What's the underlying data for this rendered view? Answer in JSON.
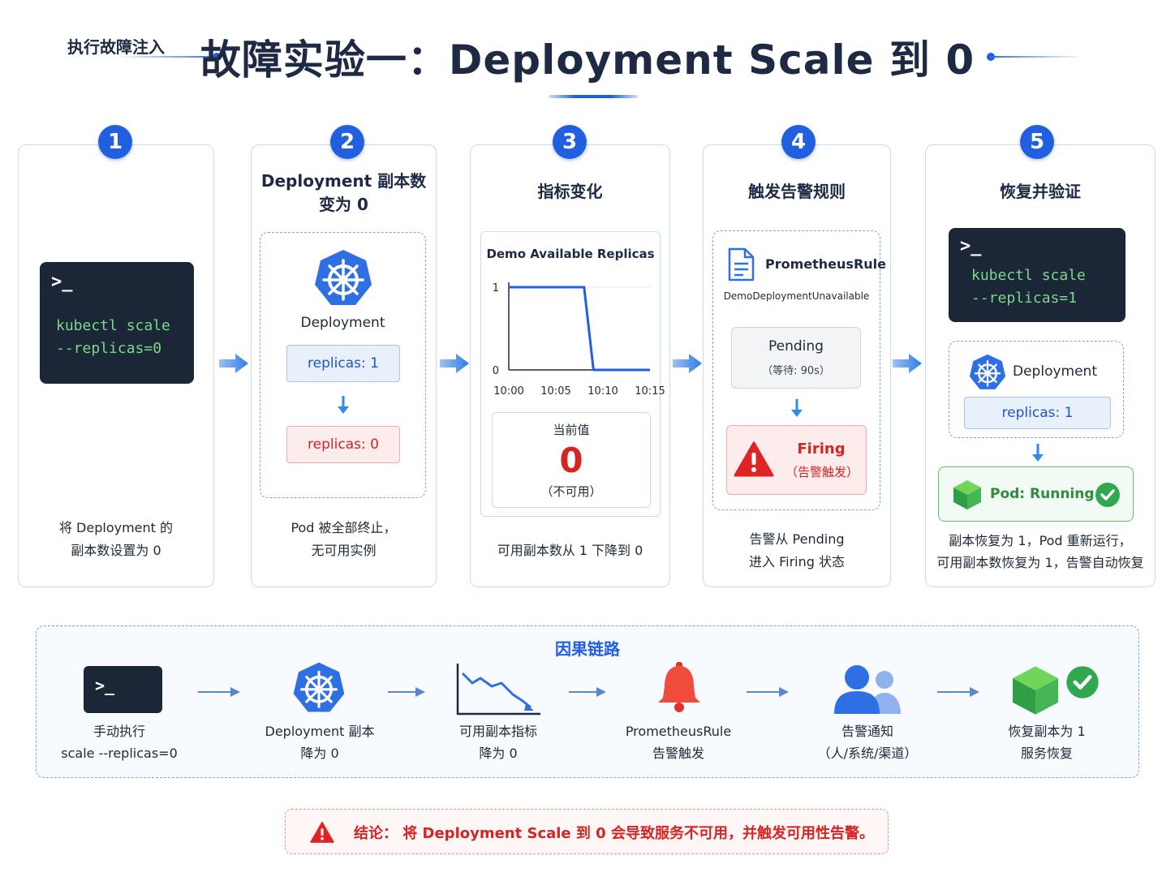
{
  "title": "故障实验一：Deployment Scale 到 0",
  "steps": [
    {
      "number": "1",
      "title": "执行故障注入",
      "terminal_prompt": ">_",
      "terminal_cmd_line1": "kubectl scale",
      "terminal_cmd_line2": "--replicas=0",
      "desc_line1": "将 Deployment 的",
      "desc_line2": "副本数设置为 0"
    },
    {
      "number": "2",
      "title_line1": "Deployment 副本数",
      "title_line2": "变为 0",
      "resource": "Deployment",
      "replicas_before": "replicas: 1",
      "replicas_after": "replicas: 0",
      "desc_line1": "Pod 被全部终止，",
      "desc_line2": "无可用实例"
    },
    {
      "number": "3",
      "title": "指标变化",
      "chart_title": "Demo Available Replicas",
      "current_label": "当前值",
      "current_value": "0",
      "current_note": "（不可用）",
      "desc": "可用副本数从 1 下降到 0"
    },
    {
      "number": "4",
      "title": "触发告警规则",
      "rule_kind": "PrometheusRule",
      "rule_name": "DemoDeploymentUnavailable",
      "pending_label": "Pending",
      "pending_note": "（等待: 90s）",
      "firing_label": "Firing",
      "firing_note": "（告警触发）",
      "desc_line1": "告警从 Pending",
      "desc_line2": "进入 Firing 状态"
    },
    {
      "number": "5",
      "title": "恢复并验证",
      "terminal_prompt": ">_",
      "terminal_cmd_line1": "kubectl scale",
      "terminal_cmd_line2": "--replicas=1",
      "resource": "Deployment",
      "replicas": "replicas: 1",
      "pod_status": "Pod: Running",
      "desc_line1": "副本恢复为 1，Pod 重新运行，",
      "desc_line2": "可用副本数恢复为 1，告警自动恢复"
    }
  ],
  "chart_data": {
    "type": "line",
    "title": "Demo Available Replicas",
    "categories": [
      "10:00",
      "10:05",
      "10:10",
      "10:15"
    ],
    "y_ticks": [
      "0",
      "1"
    ],
    "ylim": [
      0,
      1
    ],
    "series": [
      {
        "x": [
          "10:00",
          "10:06",
          "10:08",
          "10:09",
          "10:15"
        ],
        "values": [
          1,
          1,
          1,
          0,
          0
        ]
      }
    ],
    "color": "#1f5fe0"
  },
  "causal_chain": {
    "title": "因果链路",
    "terminal_prompt": ">_",
    "items": [
      {
        "icon": "terminal-icon",
        "line1": "手动执行",
        "line2": "scale --replicas=0"
      },
      {
        "icon": "kubernetes-icon",
        "line1": "Deployment 副本",
        "line2": "降为 0"
      },
      {
        "icon": "declining-chart-icon",
        "line1": "可用副本指标",
        "line2": "降为 0"
      },
      {
        "icon": "bell-icon",
        "line1": "PrometheusRule",
        "line2": "告警触发"
      },
      {
        "icon": "users-icon",
        "line1": "告警通知",
        "line2": "（人/系统/渠道）"
      },
      {
        "icon": "green-cube-check-icon",
        "line1": "恢复副本为 1",
        "line2": "服务恢复"
      }
    ]
  },
  "conclusion": "结论：  将  Deployment Scale 到 0 会导致服务不可用，并触发可用性告警。",
  "colors": {
    "primary": "#1f5fe0",
    "terminal_bg": "#1b2636",
    "terminal_text": "#7bd88a",
    "danger": "#d42424",
    "success": "#2fa84f"
  }
}
